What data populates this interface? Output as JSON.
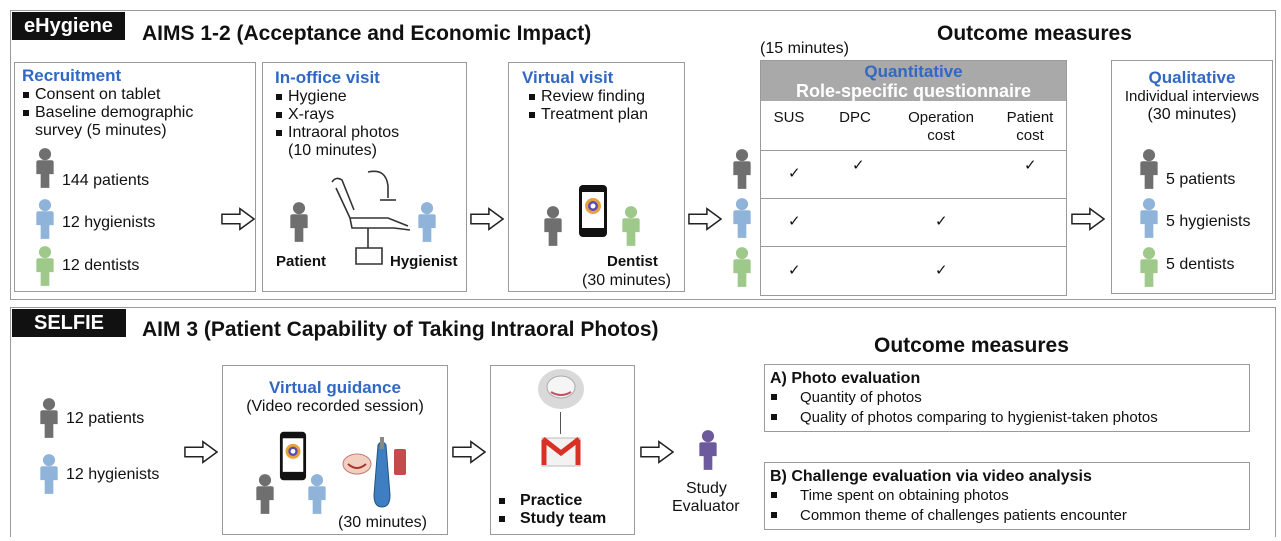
{
  "aims12": {
    "tag": "eHygiene",
    "title": "AIMS 1-2 (Acceptance and Economic Impact)",
    "recruitment": {
      "heading": "Recruitment",
      "bullets": [
        "Consent on tablet",
        "Baseline demographic",
        "survey (5 minutes)"
      ],
      "groups": [
        "144 patients",
        "12 hygienists",
        "12 dentists"
      ]
    },
    "in_office": {
      "heading": "In-office visit",
      "bullets": [
        "Hygiene",
        "X-rays",
        "Intraoral photos"
      ],
      "duration": "(10 minutes)",
      "patient_label": "Patient",
      "hygienist_label": "Hygienist"
    },
    "virtual_visit": {
      "heading": "Virtual visit",
      "bullets": [
        "Review finding",
        "Treatment plan"
      ],
      "dentist_label": "Dentist",
      "duration": "(30 minutes)"
    },
    "outcome": {
      "title": "Outcome measures",
      "duration": "(15 minutes)",
      "quant_heading": "Quantitative",
      "quant_sub": "Role-specific questionnaire",
      "columns": [
        "SUS",
        "DPC",
        "Operation\ncost",
        "Patient\ncost"
      ],
      "rows": [
        [
          true,
          true,
          false,
          true
        ],
        [
          true,
          false,
          true,
          false
        ],
        [
          true,
          false,
          true,
          false
        ]
      ],
      "check_symbol": "✓",
      "qual_heading": "Qualitative",
      "qual_line1": "Individual interviews",
      "qual_line2": "(30 minutes)",
      "qual_groups": [
        "5 patients",
        "5 hygienists",
        "5 dentists"
      ]
    }
  },
  "aim3": {
    "tag": "SELFIE",
    "title": "AIM 3 (Patient Capability of Taking Intraoral Photos)",
    "groups": [
      "12 patients",
      "12 hygienists"
    ],
    "guidance": {
      "heading": "Virtual guidance",
      "sub": "(Video recorded session)",
      "duration": "(30 minutes)"
    },
    "send": {
      "bullets": [
        "Practice",
        "Study team"
      ]
    },
    "evaluator_line1": "Study",
    "evaluator_line2": "Evaluator",
    "outcome": {
      "title": "Outcome measures",
      "photo": {
        "heading": "A) Photo evaluation",
        "bullets": [
          "Quantity of photos",
          "Quality of photos comparing to hygienist-taken photos"
        ]
      },
      "challenge": {
        "heading": "B) Challenge evaluation via video analysis",
        "bullets": [
          "Time spent on obtaining photos",
          "Common theme of challenges patients encounter"
        ]
      }
    }
  },
  "colors": {
    "patient": "#6f6f6f",
    "hygienist": "#8fb3d9",
    "dentist": "#9fc98a",
    "evaluator": "#6d5a9c",
    "heading_blue": "#3168c4",
    "header_gray": "#a9a9a9"
  }
}
